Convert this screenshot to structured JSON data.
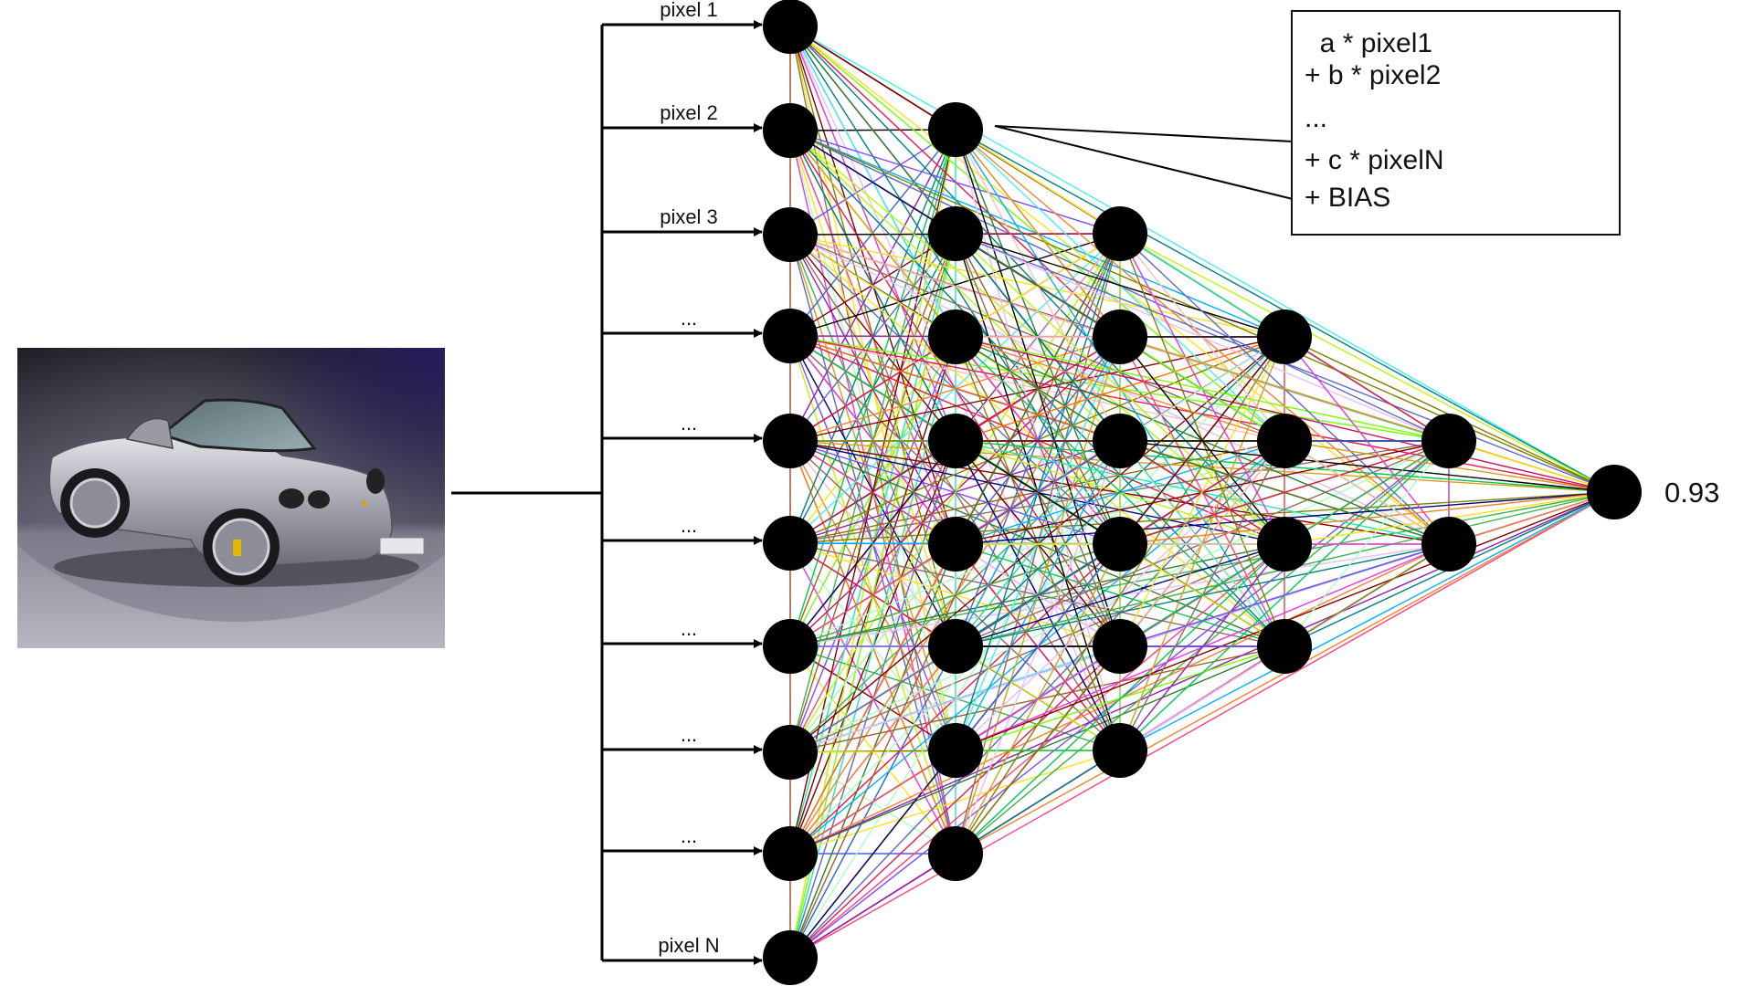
{
  "image": {
    "subject": "silver convertible sports car",
    "alt": "Input photo of a silver convertible sports car"
  },
  "input_labels": [
    "pixel 1",
    "pixel 2",
    "pixel 3",
    "...",
    "...",
    "...",
    "...",
    "...",
    "...",
    "pixel N"
  ],
  "network": {
    "layers": [
      {
        "name": "input",
        "nodes": 10
      },
      {
        "name": "hidden-1",
        "nodes": 8
      },
      {
        "name": "hidden-2",
        "nodes": 6
      },
      {
        "name": "hidden-3",
        "nodes": 4
      },
      {
        "name": "hidden-4",
        "nodes": 2
      },
      {
        "name": "output",
        "nodes": 1
      }
    ],
    "node_color": "#000000",
    "edge_palette": [
      "#e6194b",
      "#3cb44b",
      "#ffe119",
      "#4363d8",
      "#f58231",
      "#911eb4",
      "#46f0f0",
      "#f032e6",
      "#bcf60c",
      "#fabebe",
      "#008080",
      "#e6beff",
      "#9a6324",
      "#800000",
      "#aaffc3",
      "#808000",
      "#000075",
      "#000000",
      "#00c853",
      "#ff4081",
      "#7c4dff",
      "#00b0ff",
      "#76ff03",
      "#ff6d00",
      "#c51162",
      "#1de9b6",
      "#8d6e63",
      "#2e7d32",
      "#d4a017",
      "#5c6bc0"
    ],
    "intra_layer_colors": [
      "#a0522d",
      "#40e0d0",
      "#9acd32",
      "#e05050",
      "#c040c0"
    ]
  },
  "output": {
    "value": "0.93"
  },
  "formula": {
    "lines": [
      "  a * pixel1",
      "+ b * pixel2",
      "...",
      "+ c * pixelN",
      "+ BIAS"
    ]
  }
}
